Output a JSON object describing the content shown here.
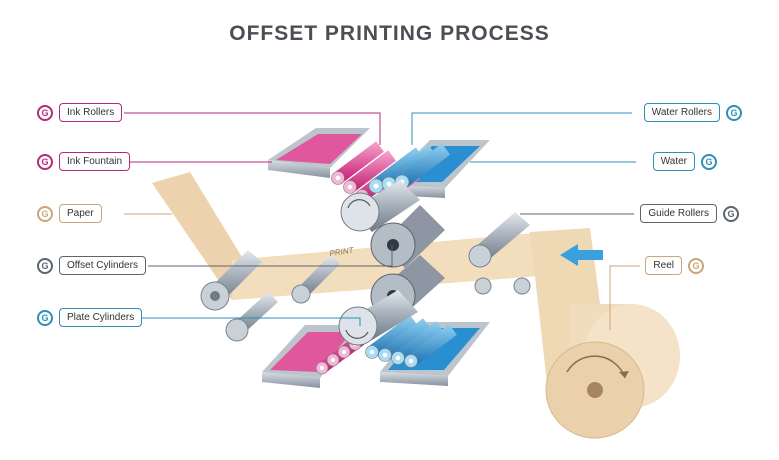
{
  "title": "OFFSET PRINTING PROCESS",
  "badge_letter": "G",
  "print_text": "PRINT",
  "colors": {
    "magenta": "#b5287a",
    "blue": "#2c8fb8",
    "tan": "#c9a57a",
    "gray": "#5c6470",
    "ink_magenta": "#e0509a",
    "ink_blue": "#2a8fd0",
    "paper": "#f0d9b5"
  },
  "labels": {
    "ink_rollers": "Ink Rollers",
    "ink_fountain": "Ink Fountain",
    "paper": "Paper",
    "offset_cylinders": "Offset Cylinders",
    "plate_cylinders": "Plate Cylinders",
    "water_rollers": "Water Rollers",
    "water": "Water",
    "guide_rollers": "Guide Rollers",
    "reel": "Reel"
  }
}
